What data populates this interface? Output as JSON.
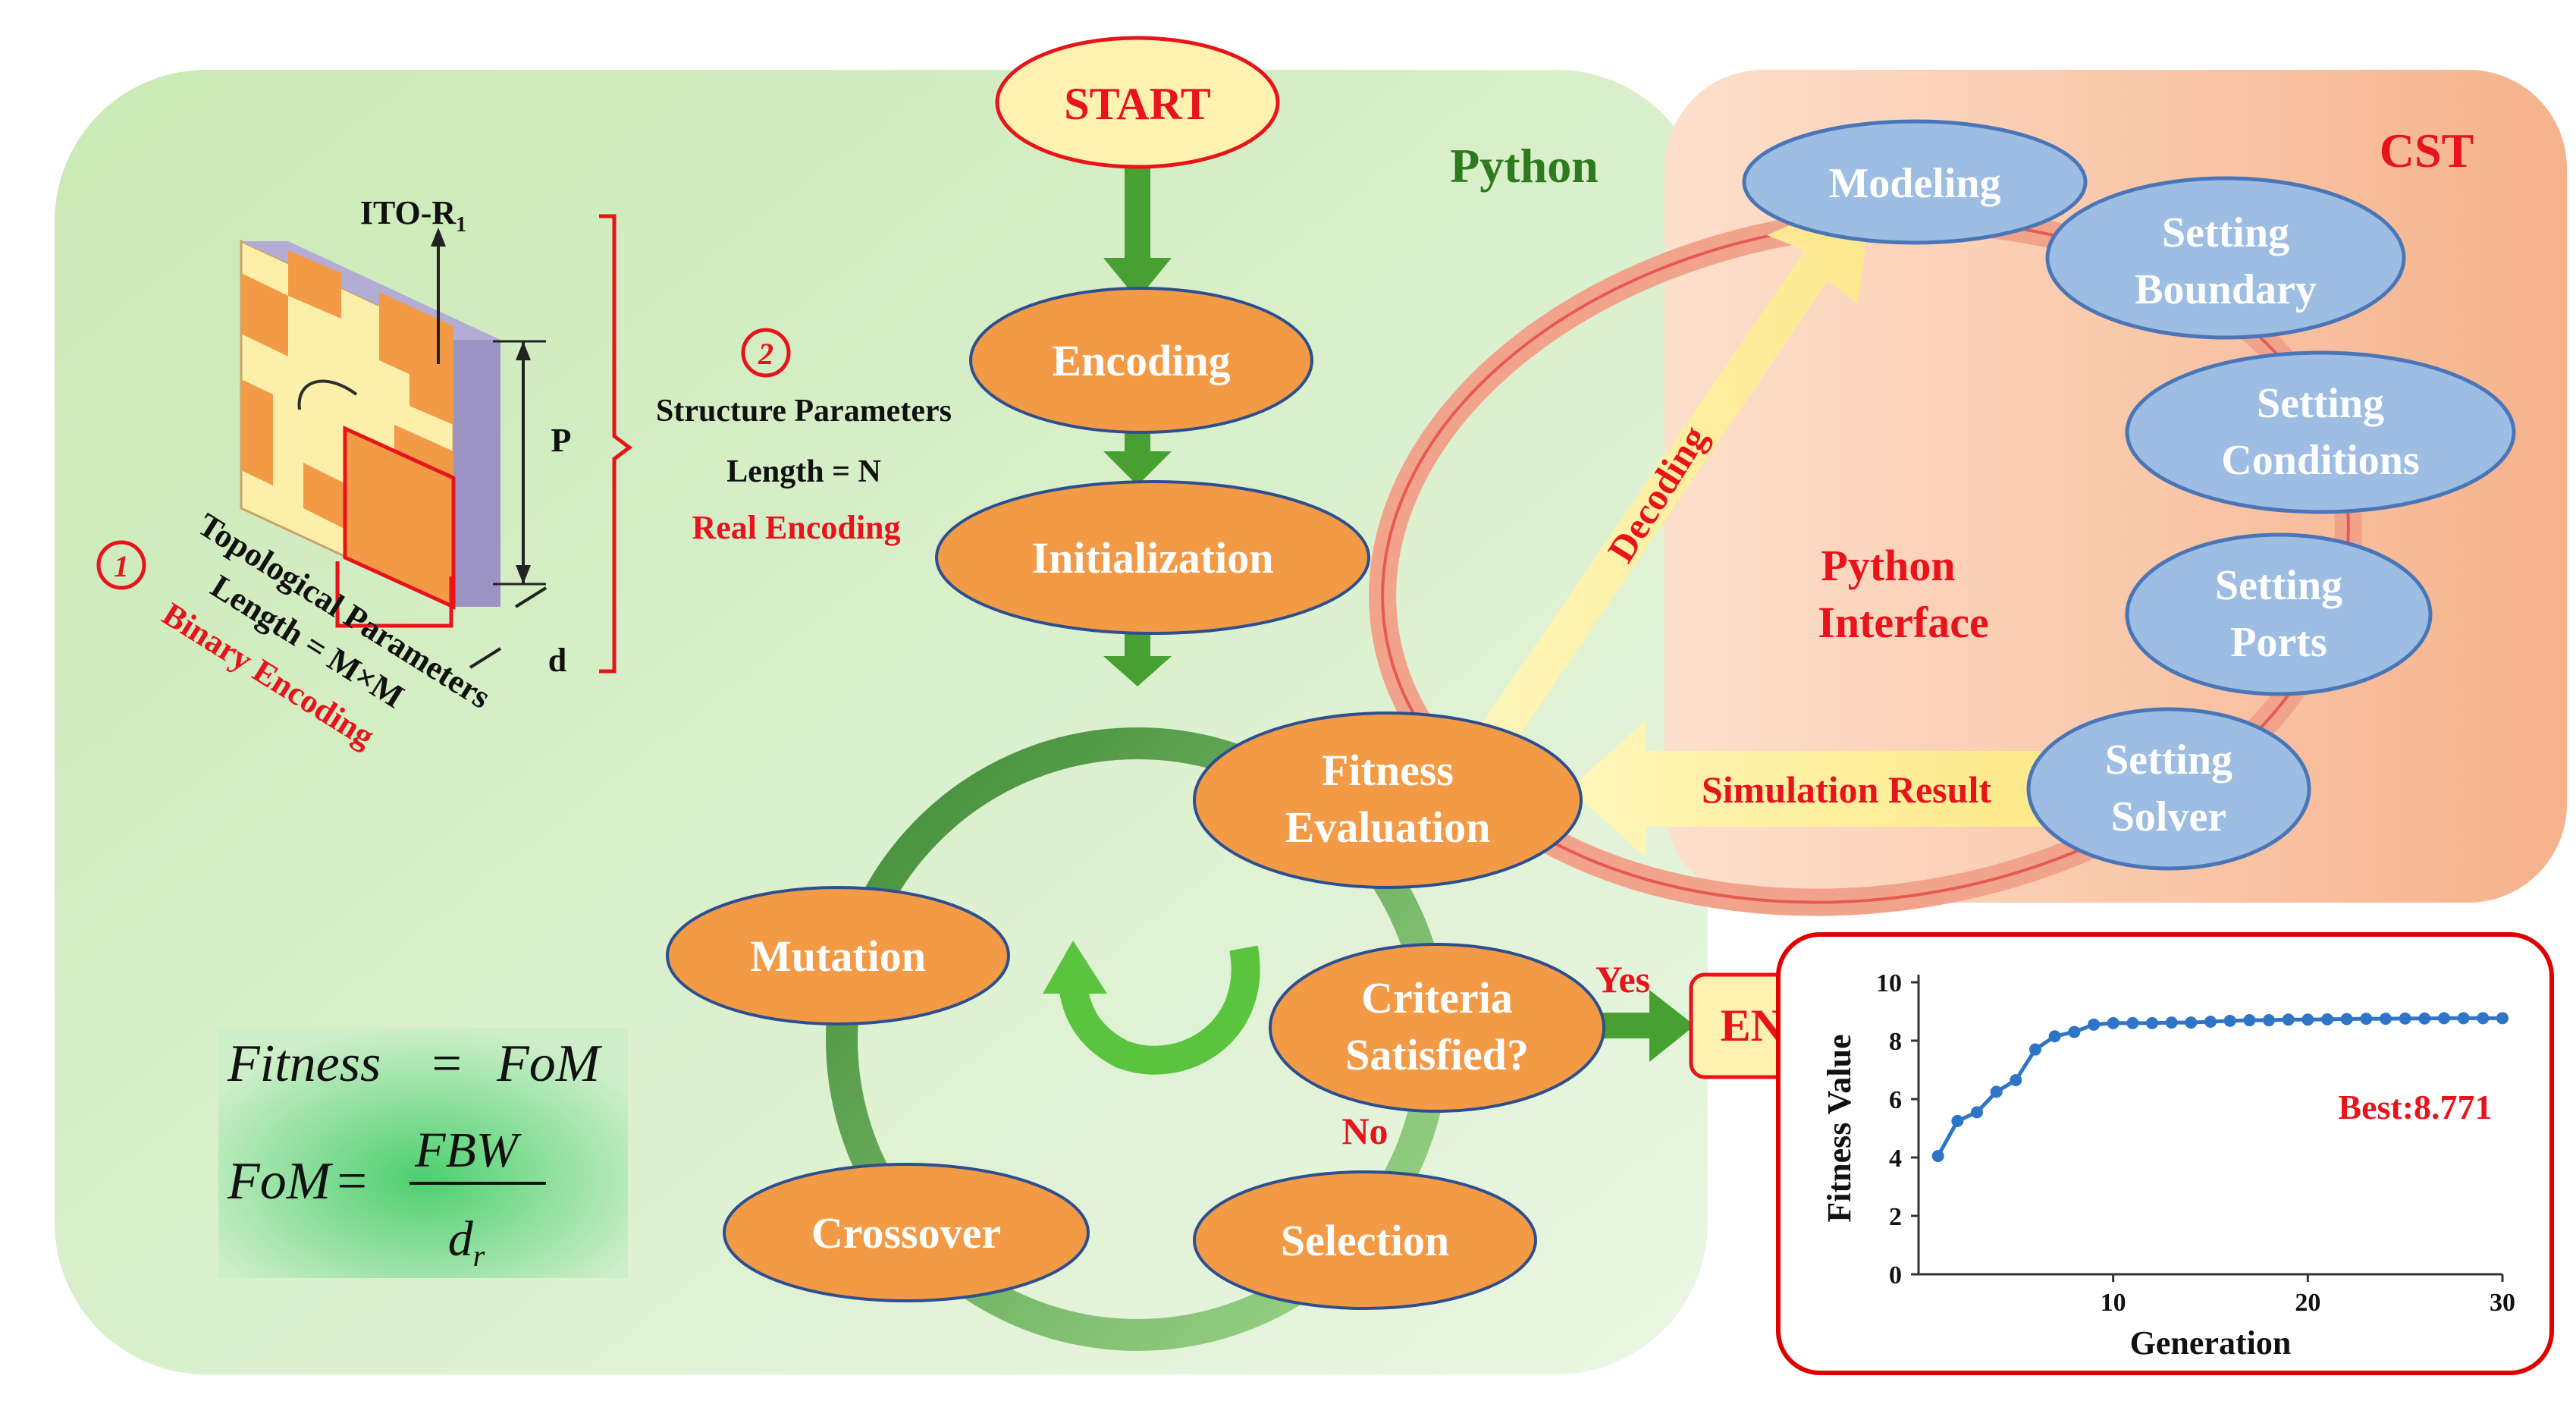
{
  "regions": {
    "python_label": "Python",
    "cst_label": "CST",
    "interface_label": [
      "Python",
      "Interface"
    ]
  },
  "flow": {
    "start": "START",
    "encoding": "Encoding",
    "initialization": "Initialization",
    "fitness_evaluation": [
      "Fitness",
      "Evaluation"
    ],
    "criteria": [
      "Criteria",
      "Satisfied?"
    ],
    "yes": "Yes",
    "no": "No",
    "end": "END",
    "mutation": "Mutation",
    "crossover": "Crossover",
    "selection": "Selection"
  },
  "cst_steps": {
    "modeling": [
      "Modeling"
    ],
    "boundary": [
      "Setting",
      "Boundary"
    ],
    "conditions": [
      "Setting",
      "Conditions"
    ],
    "ports": [
      "Setting",
      "Ports"
    ],
    "solver": [
      "Setting",
      "Solver"
    ]
  },
  "arrows": {
    "decoding": "Decoding",
    "simulation_result": "Simulation Result"
  },
  "structure": {
    "ito_label": "ITO-R",
    "ito_sub": "1",
    "p_label": "P",
    "d_label": "d",
    "marker1": "1",
    "marker2": "2",
    "topological": [
      "Topological Parameters",
      "Length = M×M",
      "Binary Encoding"
    ],
    "structure_params": [
      "Structure Parameters",
      "Length = N",
      "Real Encoding"
    ]
  },
  "equation": {
    "line1_lhs": "Fitness",
    "line1_eq": "=",
    "line1_rhs": "FoM",
    "line2_lhs": "FoM",
    "line2_eq": "=",
    "numerator": "FBW",
    "denominator": "d",
    "denominator_sub": "r"
  },
  "colors": {
    "python_bg": "#dff2d2",
    "cst_bg": "#f8c2a2",
    "orange_node": "#f39a46",
    "blue_node": "#9dbde3",
    "red": "#e8141b",
    "green_arrow": "#47a02f",
    "curve_blue": "#2e75c7"
  },
  "chart_data": {
    "type": "line",
    "xlabel": "Generation",
    "ylabel": "Fitness Value",
    "xlim": [
      0,
      30
    ],
    "ylim": [
      0,
      10
    ],
    "xticks": [
      "10",
      "20",
      "30"
    ],
    "yticks": [
      "0",
      "2",
      "4",
      "6",
      "8",
      "10"
    ],
    "annotation": "Best:8.771",
    "grid": false,
    "x": [
      1,
      2,
      3,
      4,
      5,
      6,
      7,
      8,
      9,
      10,
      11,
      12,
      13,
      14,
      15,
      16,
      17,
      18,
      19,
      20,
      21,
      22,
      23,
      24,
      25,
      26,
      27,
      28,
      29,
      30
    ],
    "values": [
      4.05,
      5.25,
      5.55,
      6.25,
      6.65,
      7.7,
      8.15,
      8.3,
      8.55,
      8.6,
      8.6,
      8.6,
      8.62,
      8.62,
      8.65,
      8.68,
      8.7,
      8.7,
      8.72,
      8.72,
      8.73,
      8.74,
      8.75,
      8.75,
      8.76,
      8.76,
      8.77,
      8.77,
      8.77,
      8.771
    ]
  }
}
